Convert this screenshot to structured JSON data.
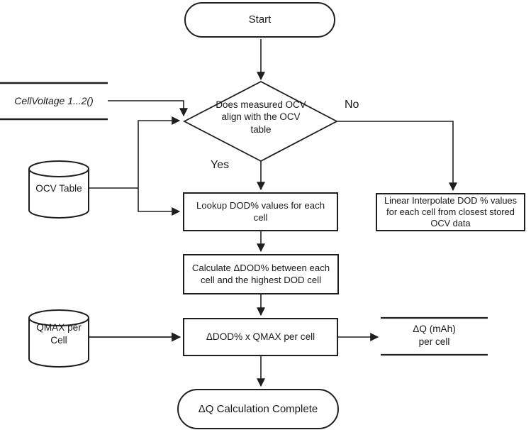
{
  "colors": {
    "stroke": "#1f1f1f",
    "background": "#ffffff",
    "text": "#1a1a1a"
  },
  "nodes": {
    "start": "Start",
    "decision": "Does measured OCV\nalign with the OCV\ntable",
    "cell_voltage_input": "CellVoltage 1...2()",
    "ocv_table": "OCV Table",
    "lookup_dod": "Lookup DOD% values for each\ncell",
    "linear_interpolate": "Linear Interpolate DOD % values\nfor each cell from closest stored\nOCV data",
    "calculate_delta_dod": "Calculate ΔDOD% between each\ncell and the highest DOD cell",
    "qmax_per_cell": "QMAX per\nCell",
    "multiply": "ΔDOD% x QMAX per cell",
    "delta_q_output": "ΔQ (mAh)\nper cell",
    "end": "ΔQ Calculation Complete"
  },
  "edge_labels": {
    "yes": "Yes",
    "no": "No"
  }
}
